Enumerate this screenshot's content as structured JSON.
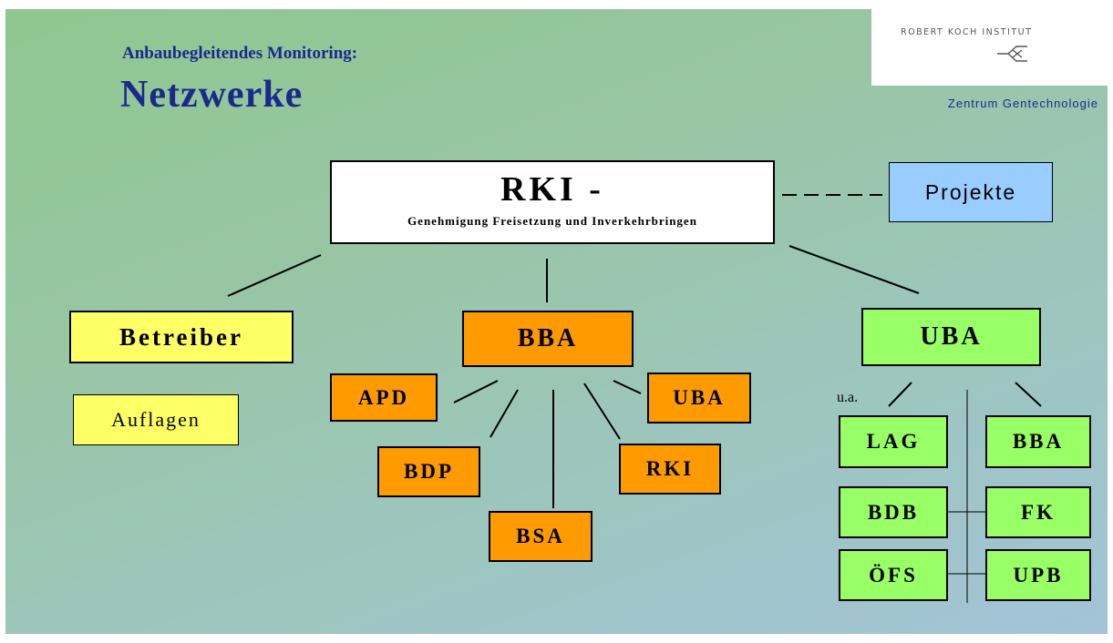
{
  "header": {
    "subtitle": "Anbaubegleitendes Monitoring:",
    "title": "Netzwerke"
  },
  "logo": {
    "institute": "ROBERT KOCH INSTITUT",
    "department": "Zentrum Gentechnologie"
  },
  "diagram": {
    "main": {
      "title": "RKI -",
      "subtitle": "Genehmigung Freisetzung und Inverkehrbringen"
    },
    "projekte": "Projekte",
    "betreiber": "Betreiber",
    "auflagen": "Auflagen",
    "bba": "BBA",
    "bba_children": {
      "apd": "APD",
      "bdp": "BDP",
      "bsa": "BSA",
      "rki": "RKI",
      "uba": "UBA"
    },
    "uba": "UBA",
    "uba_note": "u.a.",
    "uba_children": {
      "lag": "LAG",
      "bba": "BBA",
      "bdb": "BDB",
      "fk": "FK",
      "ofs": "ÖFS",
      "upb": "UPB"
    },
    "colors": {
      "orange": "#ff9a00",
      "green": "#99ff66",
      "yellow": "#ffff66",
      "blue": "#99ccff",
      "title_blue": "#1a2a8c"
    }
  }
}
